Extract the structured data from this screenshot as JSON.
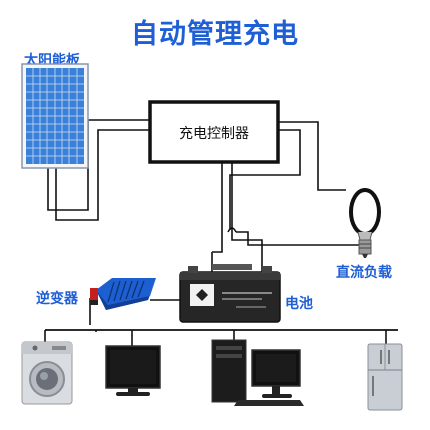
{
  "title": "自动管理充电",
  "labels": {
    "solar_panel": "太阳能板",
    "controller": "充电控制器",
    "dc_load": "直流负载",
    "inverter": "逆变器",
    "battery": "电池"
  },
  "colors": {
    "title": "#1f5fd6",
    "label": "#1f5fd6",
    "wire": "#111111",
    "panel_cell": "#3a7fd8",
    "inverter": "#1d5fd0"
  },
  "icons": [
    "solar-panel-icon",
    "bulb-icon",
    "inverter-icon",
    "battery-icon",
    "washing-machine-icon",
    "tv-icon",
    "desktop-computer-icon",
    "refrigerator-icon"
  ]
}
